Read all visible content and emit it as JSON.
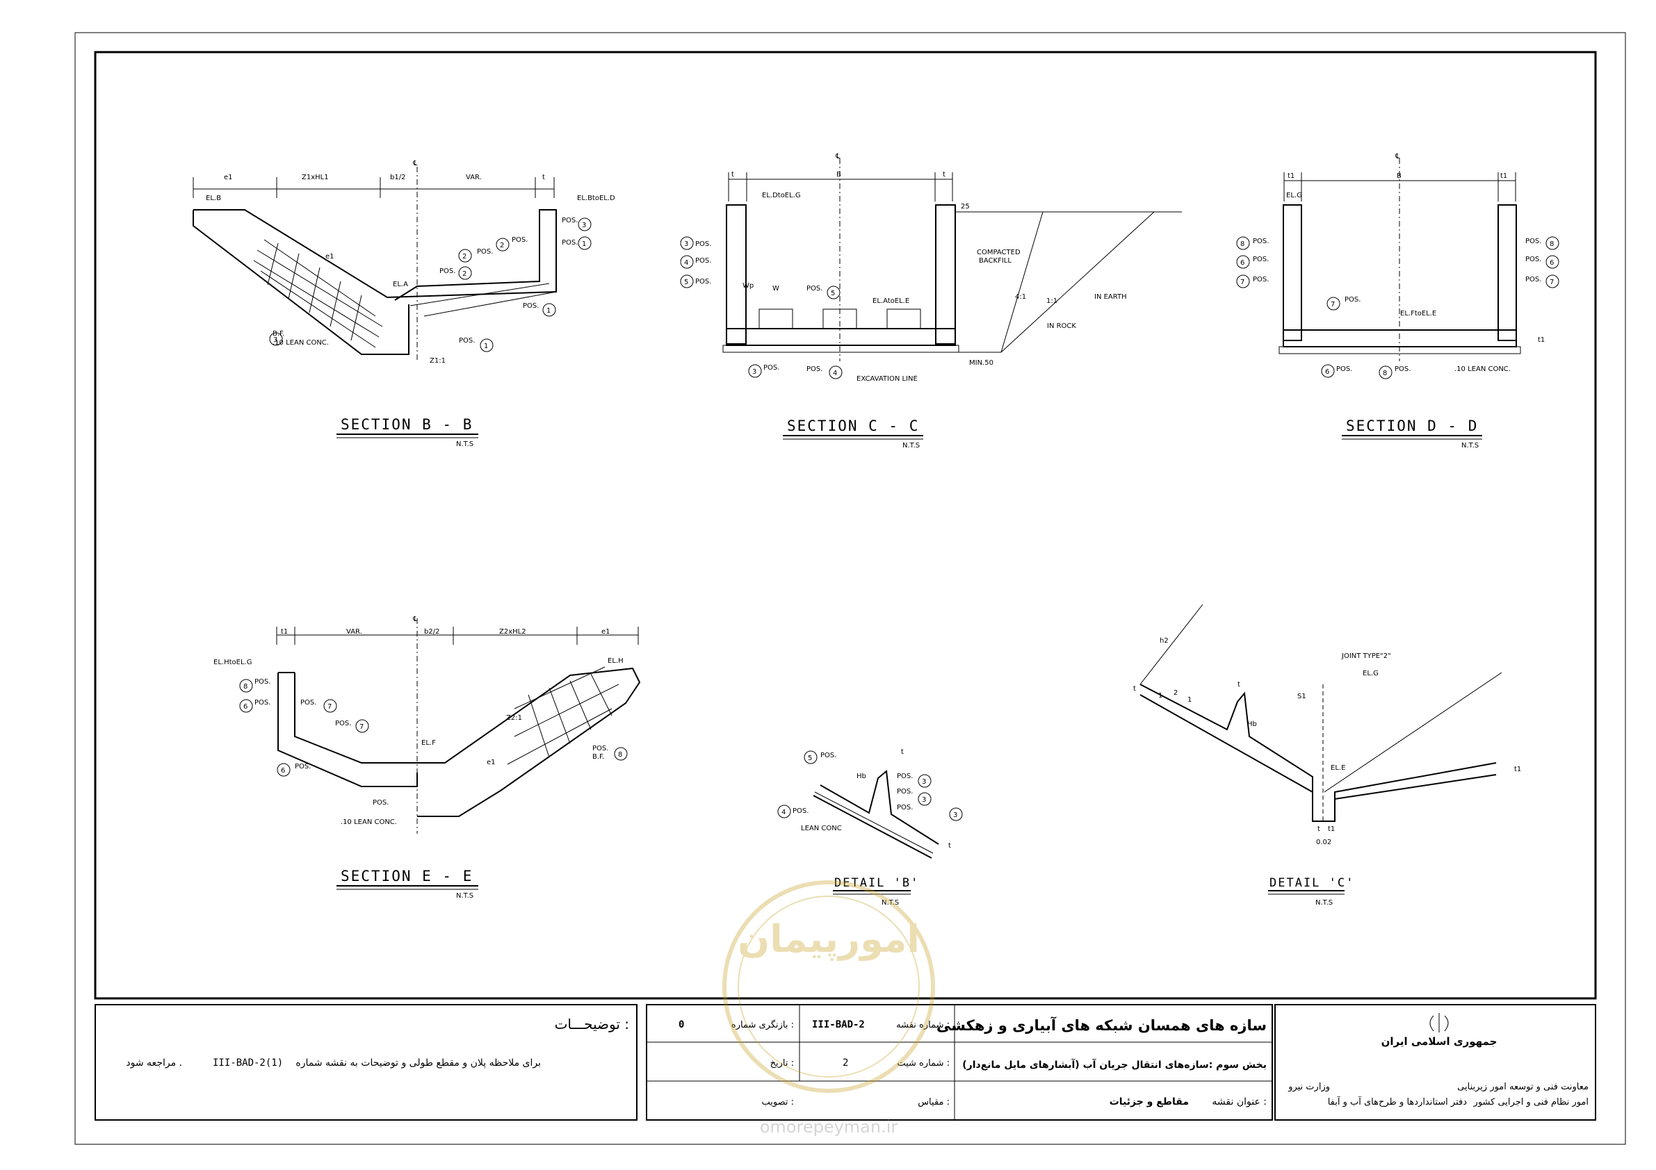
{
  "sections": {
    "bb": {
      "title": "SECTION  B - B",
      "scale": "N.T.S",
      "dims": [
        "e1",
        "Z1xHL1",
        "b1/2",
        "VAR.",
        "t"
      ],
      "elevations": [
        "EL.B",
        "EL.BtoEL.D",
        "EL.A"
      ],
      "labels": [
        "POS.",
        "POS.",
        "POS.",
        "POS.",
        "POS.",
        "POS.",
        "POS.",
        "B.F.",
        ".10 LEAN CONC.",
        "Z1:1",
        "e1"
      ],
      "circles": [
        "3",
        "1",
        "2",
        "2",
        "2",
        "1",
        "1",
        "3"
      ]
    },
    "cc": {
      "title": "SECTION  C - C",
      "scale": "N.T.S",
      "dims": [
        "t",
        "B",
        "t",
        "25"
      ],
      "elevations": [
        "EL.DtoEL.G",
        "EL.AtoEL.E"
      ],
      "labels": [
        "POS.",
        "POS.",
        "POS.",
        "POS.",
        "POS.",
        "POS.",
        "COMPACTED",
        "BACKFILL",
        "IN EARTH",
        "IN ROCK",
        "EXCAVATION LINE",
        "MIN.50",
        "Wp",
        "W",
        "4:1",
        "1:1"
      ],
      "circles": [
        "3",
        "4",
        "5",
        "5",
        "3",
        "4"
      ]
    },
    "dd": {
      "title": "SECTION  D - D",
      "scale": "N.T.S",
      "dims": [
        "t1",
        "B",
        "t1",
        "t1"
      ],
      "elevations": [
        "EL.G",
        "EL.FtoEL.E"
      ],
      "labels": [
        "POS.",
        "POS.",
        "POS.",
        "POS.",
        "POS.",
        "POS.",
        "POS.",
        "POS.",
        "POS.",
        ".10 LEAN CONC."
      ],
      "circles": [
        "8",
        "6",
        "7",
        "8",
        "6",
        "7",
        "7",
        "6",
        "8"
      ]
    },
    "ee": {
      "title": "SECTION  E - E",
      "scale": "N.T.S",
      "dims": [
        "t1",
        "VAR.",
        "b2/2",
        "Z2xHL2",
        "e1"
      ],
      "elevations": [
        "EL.HtoEL.G",
        "EL.H",
        "EL.F"
      ],
      "labels": [
        "POS.",
        "POS.",
        "POS.",
        "POS.",
        "POS.",
        "POS.",
        "POS.",
        "B.F.",
        ".10 LEAN CONC.",
        "Z2:1",
        "e1"
      ],
      "circles": [
        "8",
        "6",
        "7",
        "7",
        "6",
        "8"
      ]
    },
    "db": {
      "title": "DETAIL 'B'",
      "scale": "N.T.S",
      "labels": [
        "POS.",
        "POS.",
        "POS.",
        "POS.",
        "POS.",
        "LEAN CONC",
        "Hb",
        "t",
        "t"
      ],
      "circles": [
        "5",
        "4",
        "3",
        "3",
        "3"
      ]
    },
    "dc": {
      "title": "DETAIL 'C'",
      "scale": "N.T.S",
      "labels": [
        "JOINT TYPE\"2\"",
        "EL.G",
        "EL.E",
        "h2",
        "S1",
        "Hb",
        "t",
        "t",
        "t1",
        "t",
        "t1",
        "0.02",
        "2",
        "1",
        "1"
      ]
    }
  },
  "titleblock": {
    "notes_title": "توضیحـــات :",
    "notes_text": "برای ملاحظه پلان و مقطع طولی و توضیحات به نقشه شماره",
    "notes_ref": "III-BAD-2(1)",
    "notes_end": "مراجعه شود .",
    "project_title": "سازه های همسان شبکه های آبیاری و زهکشی",
    "part": "بخش سوم :سازه‌های انتقال جریان آب (آبشارهای مایل مانع‌دار)",
    "drawing_title_label": "عنوان نقشه :",
    "drawing_title": "مقاطع و جزئیات",
    "drawing_no_label": "شماره نقشه :",
    "drawing_no": "III-BAD-2",
    "revision_label": "بازنگری شماره :",
    "revision": "0",
    "sheet_label": "شماره شیت :",
    "sheet": "2",
    "date_label": "تاریخ :",
    "scale_label": "مقیاس :",
    "approval_label": "تصویب :",
    "country": "جمهوری اسلامی ایران",
    "ministry": "وزارت نیرو",
    "deputy": "معاونت فنی و توسعه امور زیربنایی",
    "office1": "امور نظام فنی و اجرایی کشور",
    "office2": "دفتر استانداردها و طرح‌های آب و آبفا",
    "watermark": "omorepeyman.ir",
    "watermark_logo": "امورپیمان"
  }
}
